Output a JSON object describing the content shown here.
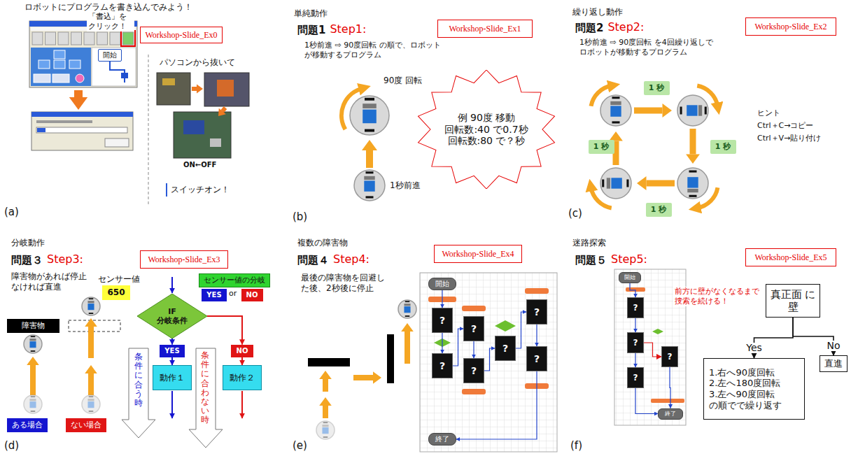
{
  "diagram": {
    "nodes": [
      {
        "text": [
          "Workshop-Slide_Ex0"
        ]
      },
      {
        "text": [
          "開始"
        ]
      },
      {
        "text": [
          "Workshop-Slide_Ex1"
        ]
      },
      {
        "text": [
          "例 90度 移動",
          "回転数:40 で0.7秒",
          "回転数:80 で？秒"
        ]
      },
      {
        "text": [
          "Workshop-Slide_Ex2"
        ]
      },
      {
        "text": [
          "1 秒"
        ]
      },
      {
        "text": [
          "1 秒"
        ]
      },
      {
        "text": [
          "1 秒"
        ]
      },
      {
        "text": [
          "1 秒"
        ]
      },
      {
        "text": [
          "Workshop-Slide_Ex3"
        ]
      },
      {
        "text": [
          "センサー値の分岐"
        ]
      },
      {
        "text": [
          "YES"
        ]
      },
      {
        "text": [
          "NO"
        ]
      },
      {
        "text": [
          "650"
        ]
      },
      {
        "text": [
          "障害物"
        ]
      },
      {
        "text": [
          "IF",
          "分岐条件"
        ]
      },
      {
        "text": [
          "YES"
        ]
      },
      {
        "text": [
          "NO"
        ]
      },
      {
        "text": [
          "動作１"
        ]
      },
      {
        "text": [
          "動作２"
        ]
      },
      {
        "text": [
          "ある場合"
        ]
      },
      {
        "text": [
          "ない場合"
        ]
      },
      {
        "text": [
          "Workshop-Slide_Ex4"
        ]
      },
      {
        "text": [
          "開始"
        ]
      },
      {
        "text": [
          "?"
        ]
      },
      {
        "text": [
          "?"
        ]
      },
      {
        "text": [
          "?"
        ]
      },
      {
        "text": [
          "?"
        ]
      },
      {
        "text": [
          "?"
        ]
      },
      {
        "text": [
          "?"
        ]
      },
      {
        "text": [
          "?"
        ]
      },
      {
        "text": [
          "終了"
        ]
      },
      {
        "text": [
          "Workshop-Slide_Ex5"
        ]
      },
      {
        "text": [
          "開始"
        ]
      },
      {
        "text": [
          "?"
        ]
      },
      {
        "text": [
          "?"
        ]
      },
      {
        "text": [
          "?"
        ]
      },
      {
        "text": [
          "?"
        ]
      },
      {
        "text": [
          "終了"
        ]
      },
      {
        "text": [
          "真正面 に壁"
        ]
      },
      {
        "text": [
          "1.右へ90度回転",
          "2.左へ180度回転",
          "3.左へ90度回転",
          "の順でで繰り返す"
        ]
      },
      {
        "text": [
          "直進"
        ]
      }
    ],
    "edges": [
      {
        "from": 15,
        "to": 16,
        "arrow": "to"
      },
      {
        "from": 16,
        "to": 18,
        "arrow": "to"
      },
      {
        "from": 15,
        "to": 17,
        "arrow": "to"
      },
      {
        "from": 17,
        "to": 19,
        "arrow": "to"
      },
      {
        "from": 23,
        "to": 24,
        "arrow": "to"
      },
      {
        "from": 24,
        "to": 25,
        "arrow": "to"
      },
      {
        "from": 25,
        "to": 26,
        "arrow": "to"
      },
      {
        "from": 26,
        "to": 27,
        "arrow": "to"
      },
      {
        "from": 27,
        "to": 28,
        "arrow": "to"
      },
      {
        "from": 28,
        "to": 29,
        "arrow": "to"
      },
      {
        "from": 29,
        "to": 30,
        "arrow": "to"
      },
      {
        "from": 30,
        "to": 31,
        "arrow": "to"
      },
      {
        "from": 33,
        "to": 34,
        "arrow": "to"
      },
      {
        "from": 34,
        "to": 35,
        "arrow": "to"
      },
      {
        "from": 35,
        "to": 36,
        "arrow": "to"
      },
      {
        "from": 35,
        "to": 37,
        "arrow": "to"
      },
      {
        "from": 36,
        "to": 38,
        "arrow": "to"
      },
      {
        "from": 37,
        "to": 38,
        "arrow": "to"
      },
      {
        "from": 39,
        "to": 40,
        "label": "Yes",
        "arrow": "to"
      },
      {
        "from": 39,
        "to": 41,
        "label": "No",
        "arrow": "to"
      }
    ],
    "labels": [
      "ロボットにプログラムを書き込んでみよう！",
      "「書込」を クリック！",
      "パソコンから抜いて",
      "ON←OFF",
      "スイッチオン！",
      "(a)",
      "単純動作",
      "問題1",
      "Step1:",
      "1秒前進 ⇨ 90度回転 の順で、ロボットが移動するプログラム",
      "90度 回転",
      "1秒前進",
      "(b)",
      "繰り返し動作",
      "問題2",
      "Step2:",
      "1秒前進 ⇨ 90度回転 を4回繰り返しでロボットが移動するプログラム",
      "ヒント",
      "Ctrl＋C→コピー",
      "Ctrl＋V→貼り付け",
      "(c)",
      "分岐動作",
      "問題３",
      "Step3:",
      "障害物があれば停止 なければ直進",
      "センサー値",
      "or",
      "条件に合う時",
      "条件に合わない時",
      "(d)",
      "複数の障害物",
      "問題４",
      "Step4:",
      "最後の障害物を回避した後、2秒後に停止",
      "(e)",
      "迷路探索",
      "問題５",
      "Step5:",
      "前方に壁がなくなるまで 捜索を続ける！",
      "(f)"
    ]
  }
}
